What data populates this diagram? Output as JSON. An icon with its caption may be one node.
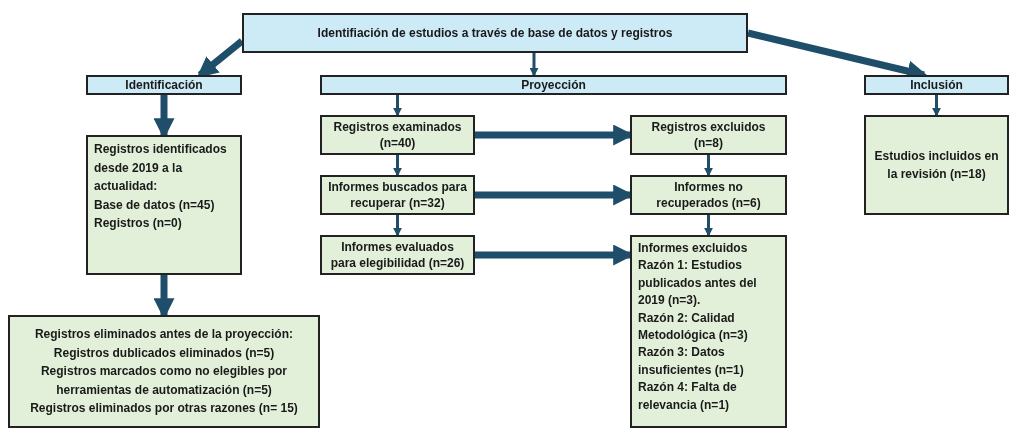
{
  "diagram": {
    "nodes": [
      {
        "text": [
          "Identifiación de estudios a través de base de datos y registros"
        ]
      },
      {
        "text": [
          "Identificación"
        ]
      },
      {
        "text": [
          "Proyección"
        ]
      },
      {
        "text": [
          "Inclusión"
        ]
      },
      {
        "text": [
          "Registros identificados desde 2019 a la actualidad:",
          "Base de datos (n=45)",
          "Registros (n=0)"
        ]
      },
      {
        "text": [
          "Registros eliminados antes de la proyección:",
          "Registros dublicados eliminados (n=5)",
          "Registros marcados como no elegibles por herramientas de automatización (n=5)",
          "Registros eliminados por otras razones (n= 15)"
        ]
      },
      {
        "text": [
          "Registros examinados (n=40)"
        ]
      },
      {
        "text": [
          "Informes buscados para recuperar (n=32)"
        ]
      },
      {
        "text": [
          "Informes evaluados para elegibilidad (n=26)"
        ]
      },
      {
        "text": [
          "Registros excluidos (n=8)"
        ]
      },
      {
        "text": [
          "Informes no recuperados (n=6)"
        ]
      },
      {
        "text": [
          "Informes excluidos",
          "Razón 1: Estudios publicados antes del 2019 (n=3).",
          "Razón 2: Calidad Metodológica (n=3)",
          "Razón 3: Datos insuficientes (n=1)",
          "Razón 4: Falta de relevancia (n=1)"
        ]
      },
      {
        "text": [
          "Estudios incluidos en la revisión (n=18)"
        ]
      }
    ],
    "edges": [
      {
        "from": 0,
        "to": 1,
        "arrow": "to",
        "style": "thick"
      },
      {
        "from": 0,
        "to": 2,
        "arrow": "to"
      },
      {
        "from": 0,
        "to": 3,
        "arrow": "to",
        "style": "thick"
      },
      {
        "from": 1,
        "to": 4,
        "arrow": "to",
        "style": "thick"
      },
      {
        "from": 4,
        "to": 5,
        "arrow": "to",
        "style": "thick"
      },
      {
        "from": 2,
        "to": 6,
        "arrow": "to"
      },
      {
        "from": 6,
        "to": 7,
        "arrow": "to"
      },
      {
        "from": 7,
        "to": 8,
        "arrow": "to"
      },
      {
        "from": 6,
        "to": 9,
        "arrow": "to",
        "style": "thick"
      },
      {
        "from": 7,
        "to": 10,
        "arrow": "to",
        "style": "thick"
      },
      {
        "from": 8,
        "to": 11,
        "arrow": "to",
        "style": "thick"
      },
      {
        "from": 9,
        "to": 10,
        "arrow": "to"
      },
      {
        "from": 10,
        "to": 11,
        "arrow": "to"
      },
      {
        "from": 3,
        "to": 12,
        "arrow": "to"
      }
    ]
  }
}
